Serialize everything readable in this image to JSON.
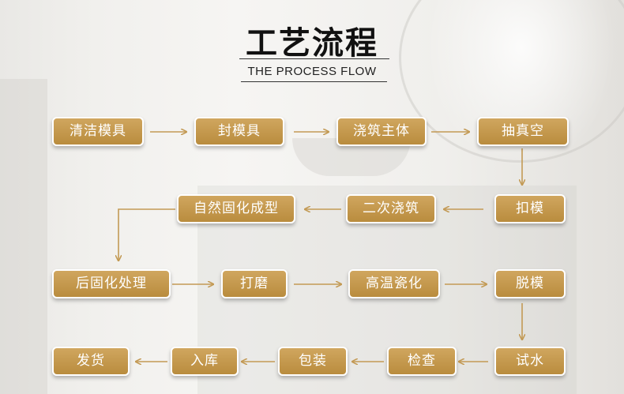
{
  "header": {
    "title": "工艺流程",
    "subtitle": "THE PROCESS FLOW"
  },
  "colors": {
    "box": "#c69a4f",
    "arrow": "#c39a55",
    "text": "#ffffff"
  },
  "steps": [
    {
      "id": "qingjie",
      "label": "清洁模具"
    },
    {
      "id": "fengmo",
      "label": "封模具"
    },
    {
      "id": "jiaozhu",
      "label": "浇筑主体"
    },
    {
      "id": "chouzhenkong",
      "label": "抽真空"
    },
    {
      "id": "koumo",
      "label": "扣模"
    },
    {
      "id": "erci",
      "label": "二次浇筑"
    },
    {
      "id": "ziran",
      "label": "自然固化成型"
    },
    {
      "id": "hougu",
      "label": "后固化处理"
    },
    {
      "id": "damo",
      "label": "打磨"
    },
    {
      "id": "gaowen",
      "label": "高温瓷化"
    },
    {
      "id": "tuomo",
      "label": "脱模"
    },
    {
      "id": "shishui",
      "label": "试水"
    },
    {
      "id": "jiancha",
      "label": "检查"
    },
    {
      "id": "baozhuang",
      "label": "包装"
    },
    {
      "id": "ruku",
      "label": "入库"
    },
    {
      "id": "fahuo",
      "label": "发货"
    }
  ]
}
